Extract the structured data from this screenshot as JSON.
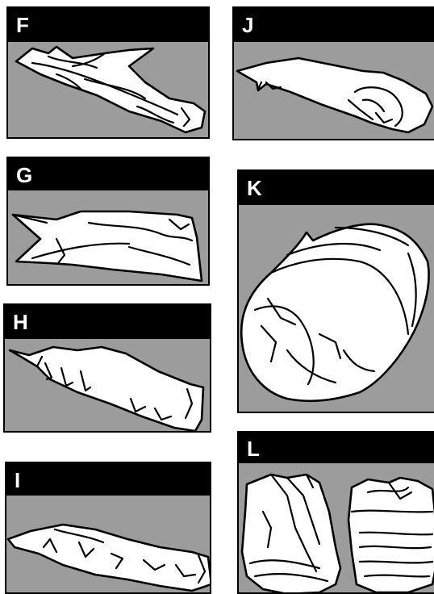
{
  "panels": [
    {
      "letter": "F",
      "icon": "flat-wrinkled-casing"
    },
    {
      "letter": "J",
      "icon": "casing-bunched-end"
    },
    {
      "letter": "G",
      "icon": "flattened-casing"
    },
    {
      "letter": "K",
      "icon": "shirred-casing-roll"
    },
    {
      "letter": "H",
      "icon": "straight-casing"
    },
    {
      "letter": "I",
      "icon": "long-casing"
    },
    {
      "letter": "L",
      "icon": "cut-casing-pieces"
    }
  ]
}
